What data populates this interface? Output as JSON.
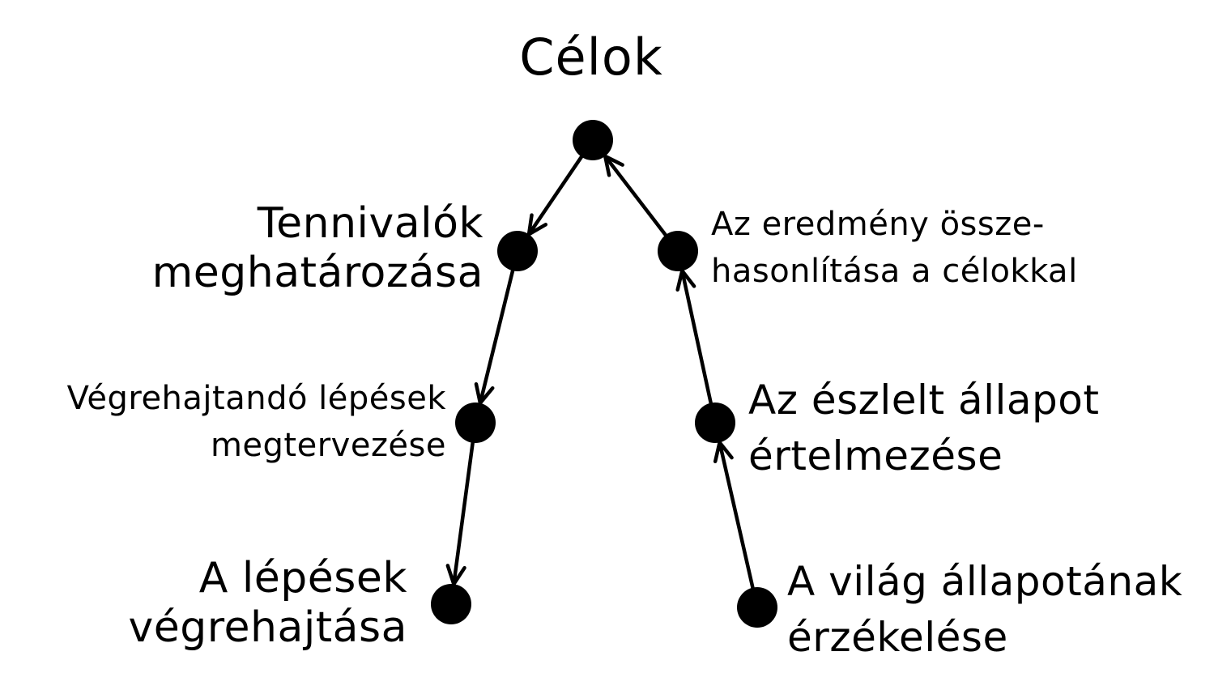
{
  "title": "Célok",
  "nodes": {
    "goals": {
      "label": [
        "Célok"
      ]
    },
    "plan_intent": {
      "label": [
        "Tennivalók",
        "meghatározása"
      ]
    },
    "specify_actions": {
      "label": [
        "Végrehajtandó lépések",
        "megtervezése"
      ]
    },
    "perform": {
      "label": [
        "A lépések",
        "végrehajtása"
      ]
    },
    "compare": {
      "label": [
        "Az eredmény össze-",
        "hasonlítása a célokkal"
      ]
    },
    "interpret": {
      "label": [
        "Az észlelt állapot",
        "értelmezése"
      ]
    },
    "perceive": {
      "label": [
        "A világ állapotának",
        "érzékelése"
      ]
    }
  },
  "edges": [
    {
      "from": "goals",
      "to": "plan_intent"
    },
    {
      "from": "plan_intent",
      "to": "specify_actions"
    },
    {
      "from": "specify_actions",
      "to": "perform"
    },
    {
      "from": "perceive",
      "to": "interpret"
    },
    {
      "from": "interpret",
      "to": "compare"
    },
    {
      "from": "compare",
      "to": "goals"
    }
  ],
  "colors": {
    "node": "#000000",
    "edge": "#000000",
    "text": "#000000",
    "background": "#ffffff"
  }
}
